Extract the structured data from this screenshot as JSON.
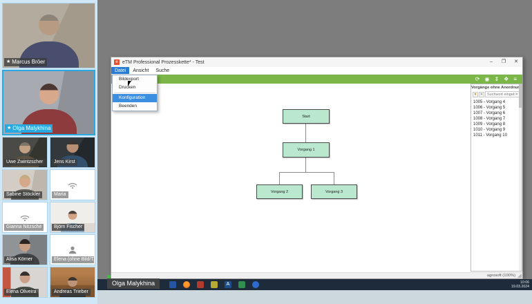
{
  "meeting": {
    "star_glyph": "★",
    "participants": [
      {
        "name": "Marcus Bröer"
      },
      {
        "name": "Olga Malykhina"
      },
      {
        "name": "Uwe Zwintzscher"
      },
      {
        "name": "Jens Kirst"
      },
      {
        "name": "Sabine Stöckler"
      },
      {
        "name": "Maria"
      },
      {
        "name": "Gianna Nitzsche"
      },
      {
        "name": "Björn Fischer"
      },
      {
        "name": "Alisa Körner"
      },
      {
        "name": "Elena (ohne Bild/T..."
      },
      {
        "name": "Elena Oliveira"
      },
      {
        "name": "Andreas Trieber"
      }
    ],
    "presenter_overlay": "Olga Malykhina"
  },
  "app_window": {
    "title": "eTM Professional Prozesskette* - Test",
    "icon_letter": "e",
    "buttons": {
      "minimize": "–",
      "maximize": "❐",
      "close": "✕"
    },
    "menubar": [
      {
        "label": "Datei"
      },
      {
        "label": "Ansicht"
      },
      {
        "label": "Suche"
      }
    ],
    "file_menu": [
      {
        "label": "Bildexport"
      },
      {
        "label": "Drucken"
      },
      {
        "label": "Konfiguration"
      },
      {
        "label": "Beenden"
      }
    ],
    "toolbar_icons": [
      {
        "name": "refresh-icon",
        "glyph": "⟳"
      },
      {
        "name": "view-icon",
        "glyph": "◉"
      },
      {
        "name": "pin-icon",
        "glyph": "⇕"
      },
      {
        "name": "expand-icon",
        "glyph": "❖"
      },
      {
        "name": "menu-icon",
        "glyph": "≡"
      }
    ],
    "statusbar_right": "agrosoft (100%)",
    "accent_green": "#7ab648"
  },
  "diagram": {
    "nodes": [
      {
        "label": "Start"
      },
      {
        "label": "Vorgang 1"
      },
      {
        "label": "Vorgang 2"
      },
      {
        "label": "Vorgang 3"
      }
    ],
    "node_fill": "#b9e8cf"
  },
  "side_panel": {
    "title": "Vorgänge ohne Anordnungen",
    "filter_glyph": "▼",
    "clear_all_glyph": "✕",
    "search_placeholder": "Suchwort eingeben",
    "clear_glyph": "✕",
    "items": [
      "1005 - Vorgang 4",
      "1006 - Vorgang 5",
      "1007 - Vorgang 6",
      "1008 - Vorgang 7",
      "1009 - Vorgang 8",
      "1010 - Vorgang 9",
      "1011 - Vorgang 10"
    ]
  },
  "taskbar": {
    "time": "10:06",
    "date": "19.03.2024"
  }
}
